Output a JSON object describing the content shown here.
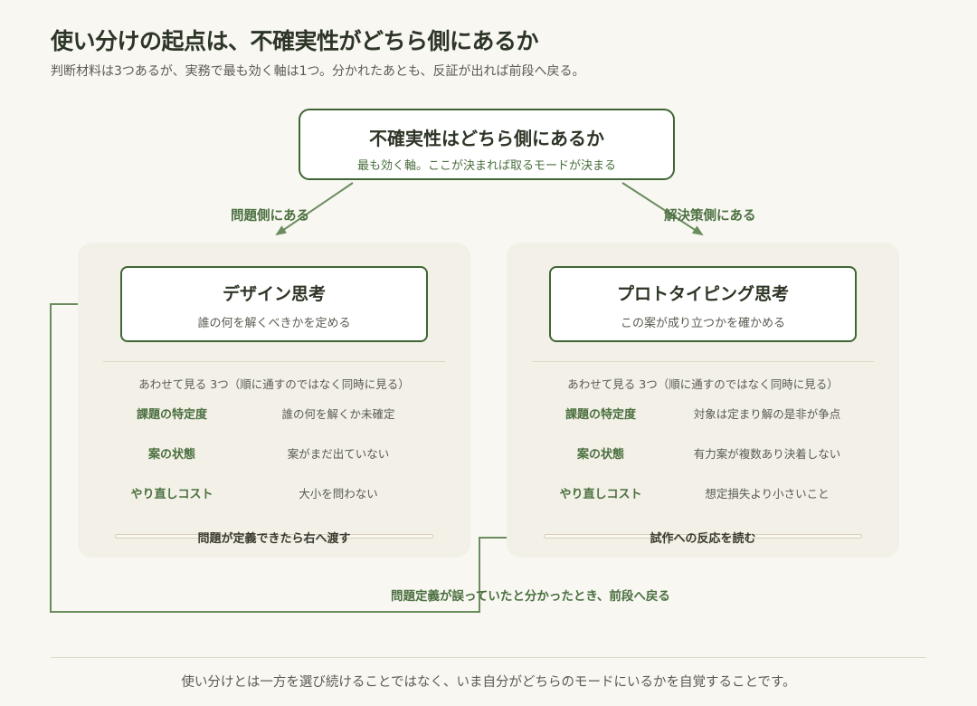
{
  "header": {
    "title": "使い分けの起点は、不確実性がどちら側にあるか",
    "subtitle": "判断材料は3つあるが、実務で最も効く軸は1つ。分かれたあとも、反証が出れば前段へ戻る。"
  },
  "root": {
    "title": "不確実性はどちら側にあるか",
    "subtitle": "最も効く軸。ここが決まれば取るモードが決まる"
  },
  "branches": {
    "left_label": "問題側にある",
    "right_label": "解決策側にある"
  },
  "left_panel": {
    "title": "デザイン思考",
    "subtitle": "誰の何を解くべきかを定める",
    "caption": "あわせて見る 3つ（順に通すのではなく同時に見る）",
    "criteria": [
      {
        "label": "課題の特定度",
        "value": "誰の何を解くか未確定"
      },
      {
        "label": "案の状態",
        "value": "案がまだ出ていない"
      },
      {
        "label": "やり直しコスト",
        "value": "大小を問わない"
      }
    ],
    "footer": "問題が定義できたら右へ渡す"
  },
  "right_panel": {
    "title": "プロトタイピング思考",
    "subtitle": "この案が成り立つかを確かめる",
    "caption": "あわせて見る 3つ（順に通すのではなく同時に見る）",
    "criteria": [
      {
        "label": "課題の特定度",
        "value": "対象は定まり解の是非が争点"
      },
      {
        "label": "案の状態",
        "value": "有力案が複数あり決着しない"
      },
      {
        "label": "やり直しコスト",
        "value": "想定損失より小さいこと"
      }
    ],
    "footer": "試作への反応を読む"
  },
  "loop_label": "問題定義が誤っていたと分かったとき、前段へ戻る",
  "bottom_note": "使い分けとは一方を選び続けることではなく、いま自分がどちらのモードにいるかを自覚することです。",
  "colors": {
    "background": "#f8f7f2",
    "panel": "#f2f0e7",
    "accent_green": "#3f6634",
    "arrow_green": "#6b8c5e",
    "label_green": "#4c7040",
    "text_dark": "#2d3526"
  }
}
